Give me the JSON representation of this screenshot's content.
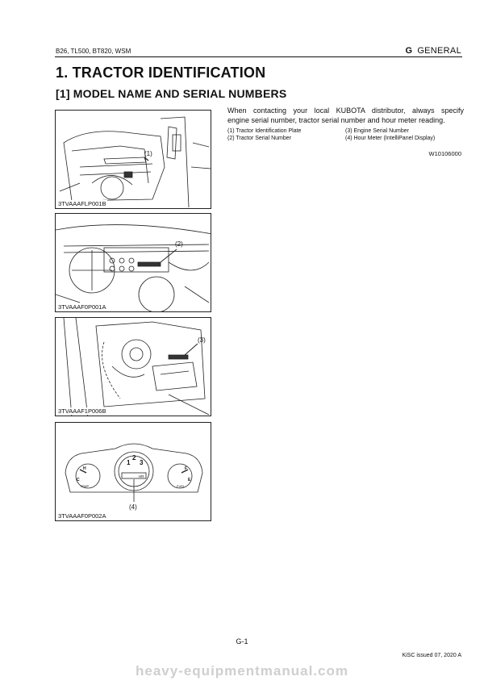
{
  "header": {
    "models": "B26, TL500, BT820, WSM",
    "section_letter": "G",
    "section_name": "GENERAL"
  },
  "title": "1.  TRACTOR IDENTIFICATION",
  "subtitle": "[1]   MODEL NAME AND SERIAL NUMBERS",
  "intro": {
    "line1": "When contacting your local KUBOTA distributor, always specify",
    "line2": "engine serial number, tractor serial number and hour meter reading."
  },
  "legend": [
    [
      "(1)  Tractor Identification Plate",
      "(3)  Engine Serial Number"
    ],
    [
      "(2)  Tractor Serial Number",
      "(4)  Hour Meter (IntelliPanel Display)"
    ]
  ],
  "code_w": "W10106000",
  "figures": [
    {
      "code": "3TVAAAFLP001B",
      "callout": "(1)"
    },
    {
      "code": "3TVAAAF0P001A",
      "callout": "(2)"
    },
    {
      "code": "3TVAAAF1P006B",
      "callout": "(3)"
    },
    {
      "code": "3TVAAAF0P002A",
      "callout": "(4)"
    }
  ],
  "gauge_labels": {
    "temp_h": "H",
    "temp_c": "C",
    "temp": "TEMP",
    "fuel_f": "F",
    "fuel_e": "E",
    "fuel": "FUEL",
    "rpm_1": "1",
    "rpm_2": "2",
    "rpm_3": "3",
    "hr": "HR"
  },
  "page_number": "G-1",
  "issued": "KiSC issued 07, 2020 A",
  "watermark": "heavy-equipmentmanual.com"
}
